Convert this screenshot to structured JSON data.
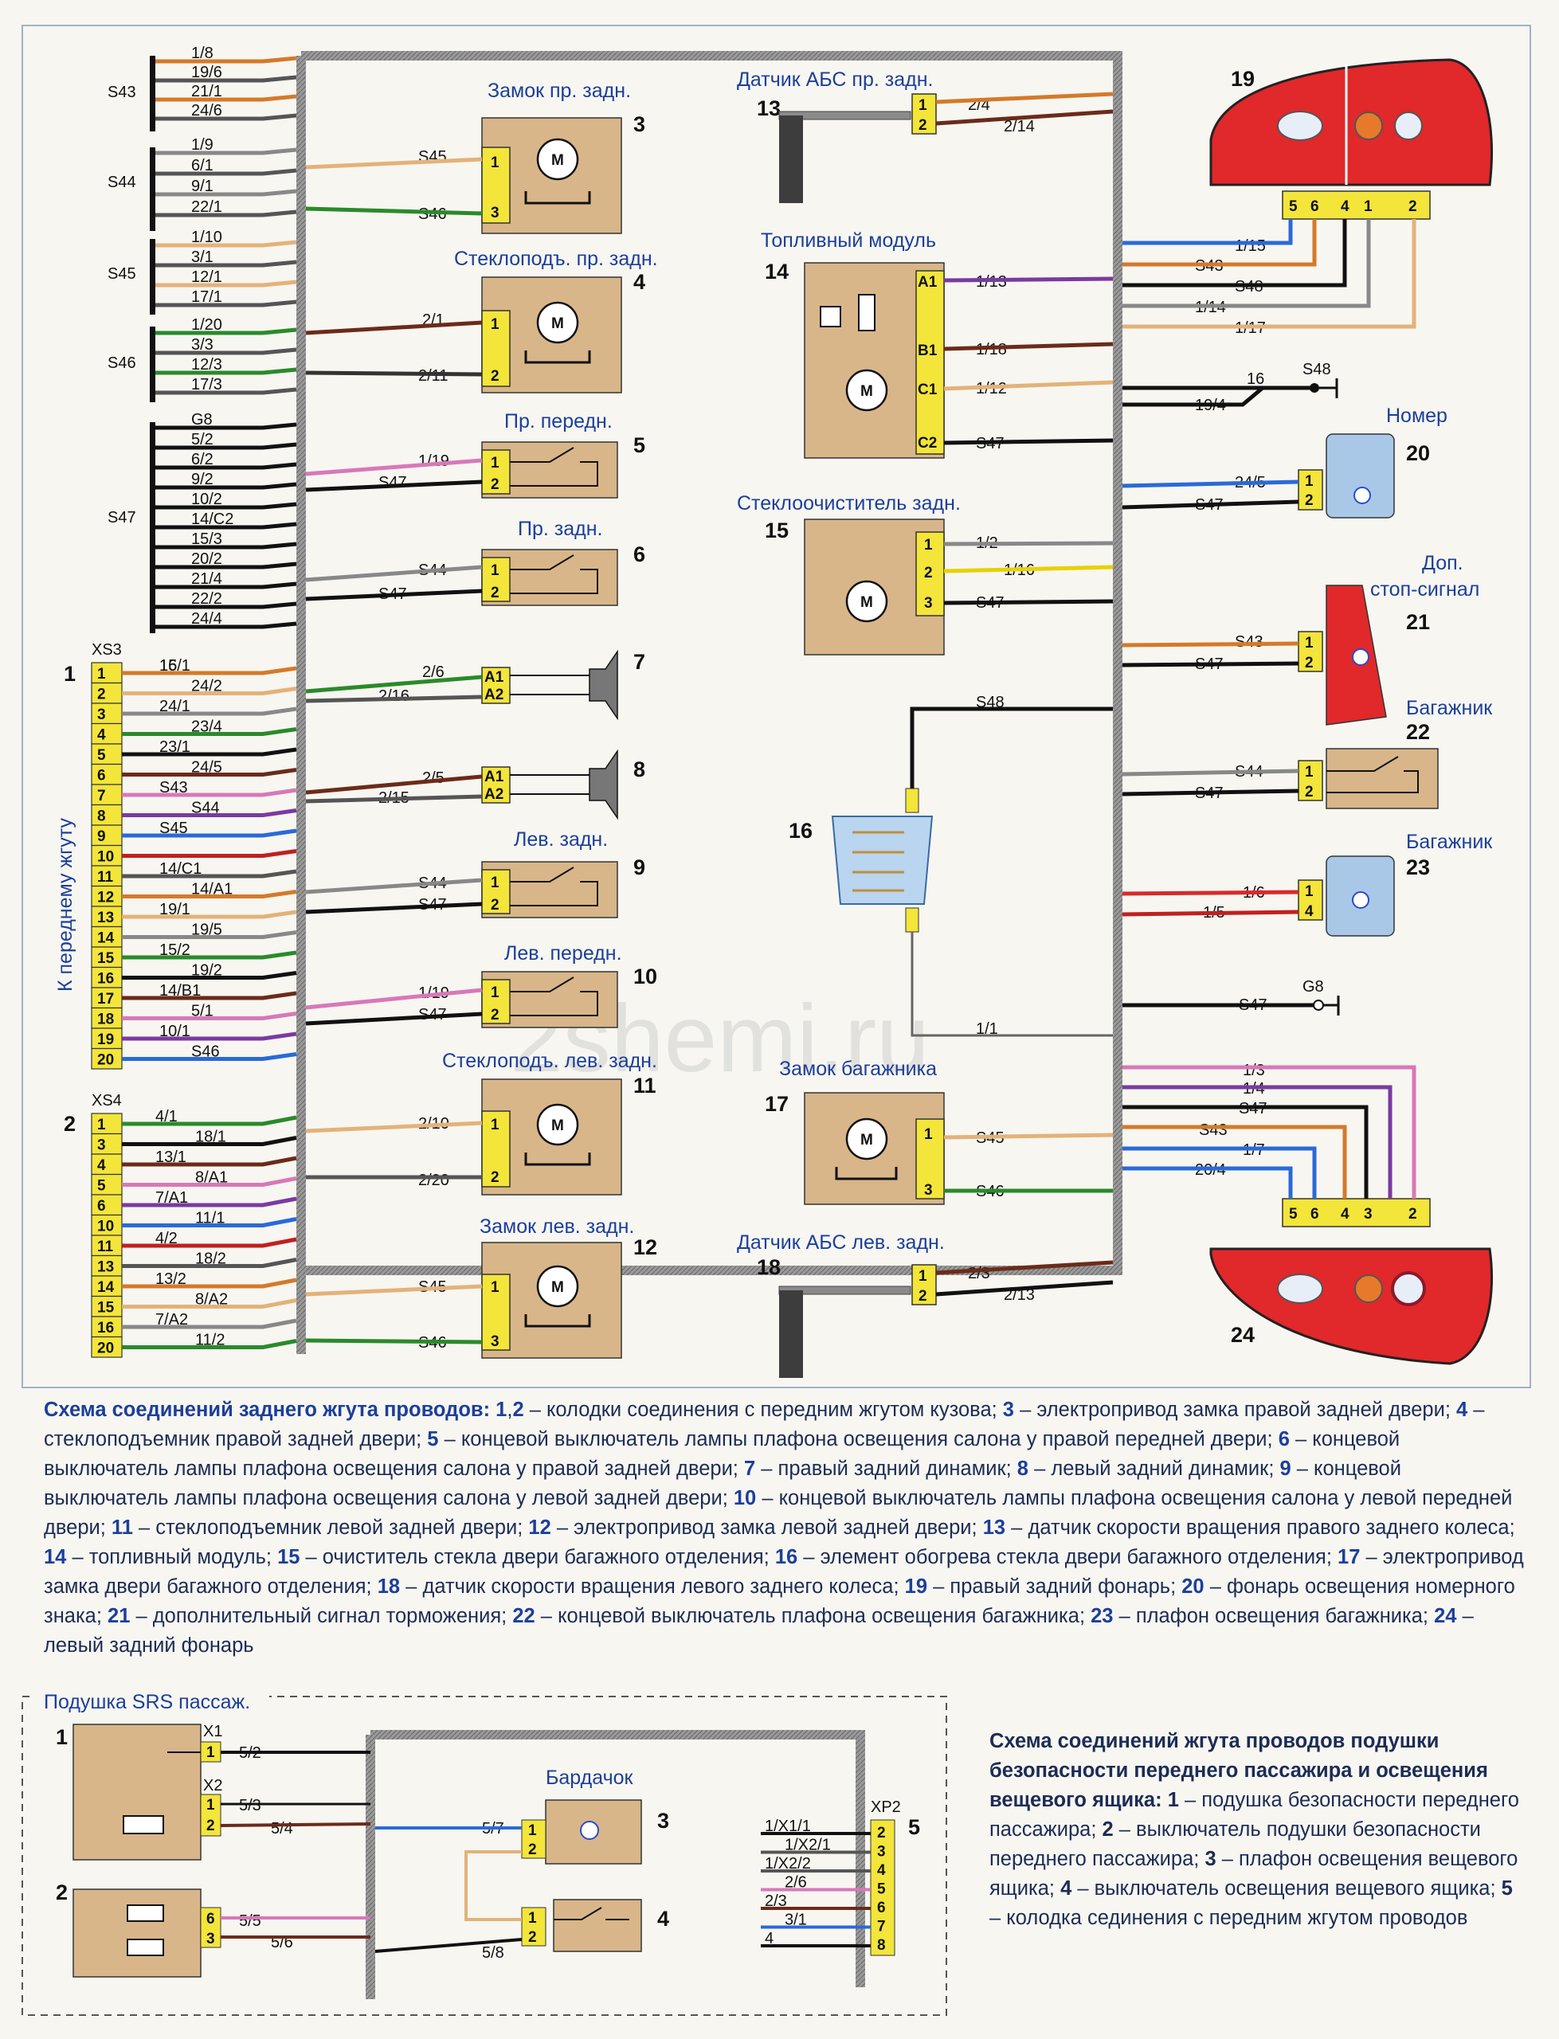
{
  "main_labels": {
    "n3": "Замок пр. задн.",
    "n4": "Стеклоподъ. пр. задн.",
    "n5": "Пр. передн.",
    "n6": "Пр. задн.",
    "n9": "Лев. задн.",
    "n10": "Лев. передн.",
    "n11": "Стеклоподъ. лев. задн.",
    "n12": "Замок лев. задн.",
    "n13": "Датчик АБС пр. задн.",
    "n14": "Топливный модуль",
    "n15": "Стеклоочиститель задн.",
    "n17": "Замок багажника",
    "n18": "Датчик АБС лев. задн.",
    "n20": "Номер",
    "n21a": "Доп.",
    "n21b": "стоп-сигнал",
    "n22": "Багажник",
    "n23": "Багажник",
    "side": "К переднему жгуту",
    "xs3": "XS3",
    "xs4": "XS4"
  },
  "group_labels": [
    "S43",
    "S44",
    "S45",
    "S46",
    "S47"
  ],
  "group_wires": {
    "S43": [
      "1/8",
      "19/6",
      "21/1",
      "24/6"
    ],
    "S44": [
      "1/9",
      "6/1",
      "9/1",
      "22/1"
    ],
    "S45": [
      "1/10",
      "3/1",
      "12/1",
      "17/1"
    ],
    "S46": [
      "1/20",
      "3/3",
      "12/3",
      "17/3"
    ],
    "S47": [
      "G8",
      "5/2",
      "6/2",
      "9/2",
      "10/2",
      "14/C2",
      "15/3",
      "20/2",
      "21/4",
      "22/2",
      "24/4"
    ]
  },
  "xs3_wires": [
    "16",
    "15/1",
    "24/2",
    "24/1",
    "23/4",
    "23/1",
    "24/5",
    "S43",
    "S44",
    "S45",
    "",
    "14/C1",
    "14/A1",
    "19/1",
    "19/5",
    "15/2",
    "19/2",
    "14/B1",
    "5/1",
    "10/1",
    "S46"
  ],
  "xs4_wires": [
    "4/1",
    "18/1",
    "13/1",
    "8/A1",
    "7/A1",
    "11/1",
    "4/2",
    "18/2",
    "13/2",
    "8/A2",
    "7/A2",
    "11/2"
  ],
  "xs4_pins": [
    "1",
    "3",
    "4",
    "5",
    "6",
    "10",
    "11",
    "13",
    "14",
    "15",
    "16",
    "20"
  ],
  "watermark": "2shemi.ru",
  "colors": {
    "brand_blue": "#1c3f9a",
    "connector_yellow": "#f3e53a",
    "component_tan": "#d8b68a",
    "lamp_red": "#e1282b",
    "bus_gray": "#9a9a9a"
  },
  "caption_main": {
    "title": "Схема соединений заднего жгута проводов:",
    "items": [
      {
        "n": "1",
        "text": ","
      },
      {
        "n": "2",
        "text": " – колодки соединения с передним жгутом кузова; "
      },
      {
        "n": "3",
        "text": " – электропривод замка правой задней двери; "
      },
      {
        "n": "4",
        "text": " – стеклоподъемник правой задней двери; "
      },
      {
        "n": "5",
        "text": " – концевой выключатель лампы плафона освещения салона у правой передней двери; "
      },
      {
        "n": "6",
        "text": " – концевой выключатель лампы плафона освещения салона у правой задней двери; "
      },
      {
        "n": "7",
        "text": " – правый задний динамик; "
      },
      {
        "n": "8",
        "text": " – левый задний динамик; "
      },
      {
        "n": "9",
        "text": " – концевой выключатель лампы плафона освещения салона у левой задней двери; "
      },
      {
        "n": "10",
        "text": " – концевой выключатель лампы плафона освещения салона у левой передней двери; "
      },
      {
        "n": "11",
        "text": " – стеклоподъемник левой задней двери; "
      },
      {
        "n": "12",
        "text": " – электропривод замка левой задней двери; "
      },
      {
        "n": "13",
        "text": " – датчик скорости вращения правого заднего колеса; "
      },
      {
        "n": "14",
        "text": " – топливный модуль; "
      },
      {
        "n": "15",
        "text": " – очиститель стекла двери багажного отделения; "
      },
      {
        "n": "16",
        "text": " – элемент обогрева стекла двери багажного отделения; "
      },
      {
        "n": "17",
        "text": " – электропривод замка двери багажного отделения; "
      },
      {
        "n": "18",
        "text": " – датчик скорости вращения левого заднего колеса; "
      },
      {
        "n": "19",
        "text": " – правый задний фонарь; "
      },
      {
        "n": "20",
        "text": " – фонарь освещения номерного знака; "
      },
      {
        "n": "21",
        "text": " – дополнительный сигнал торможения; "
      },
      {
        "n": "22",
        "text": " – концевой выключатель плафона освещения багажника; "
      },
      {
        "n": "23",
        "text": " – плафон освещения багажника; "
      },
      {
        "n": "24",
        "text": " – левый задний фонарь"
      }
    ]
  },
  "srs_panel": {
    "title": "Подушка SRS пассаж.",
    "bardachok": "Бардачок",
    "wires": [
      "5/2",
      "5/3",
      "5/4",
      "5/5",
      "5/6",
      "5/7",
      "5/8",
      "1/X1/1",
      "1/X2/1",
      "1/X2/2",
      "2/6",
      "2/3",
      "3/1",
      "4"
    ],
    "connectors": [
      "X1",
      "X2",
      "XP2"
    ]
  },
  "caption_srs": {
    "title": "Схема соединений жгута проводов подушки безопасности переднего пассажира и освещения вещевого ящика:",
    "items": [
      {
        "n": "1",
        "text": " – подушка безопасности переднего пассажира; "
      },
      {
        "n": "2",
        "text": " – выключатель подушки безопасности переднего пассажира; "
      },
      {
        "n": "3",
        "text": " – плафон освещения вещевого ящика; "
      },
      {
        "n": "4",
        "text": " – выключатель освещения вещевого ящика; "
      },
      {
        "n": "5",
        "text": " – колодка сединения с передним жгутом проводов"
      }
    ]
  }
}
